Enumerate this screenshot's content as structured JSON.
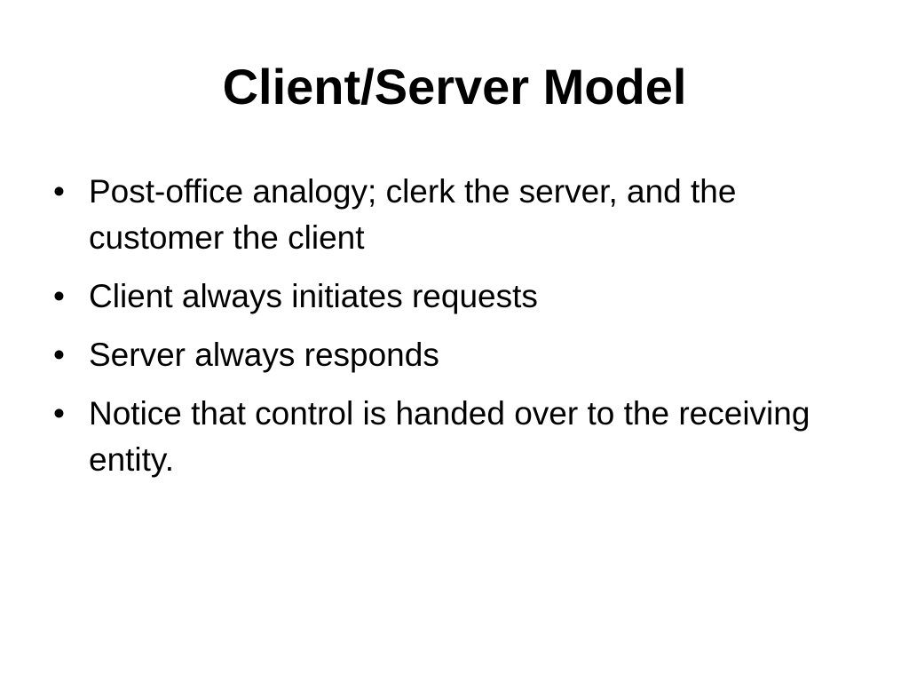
{
  "slide": {
    "title": "Client/Server Model",
    "bullet_symbol": "•",
    "bullets": [
      {
        "text": " Post-office analogy; clerk the server, and the customer the client"
      },
      {
        "text": " Client always initiates requests"
      },
      {
        "text": " Server always responds"
      },
      {
        "text": " Notice that control is handed over to the receiving entity."
      }
    ]
  }
}
